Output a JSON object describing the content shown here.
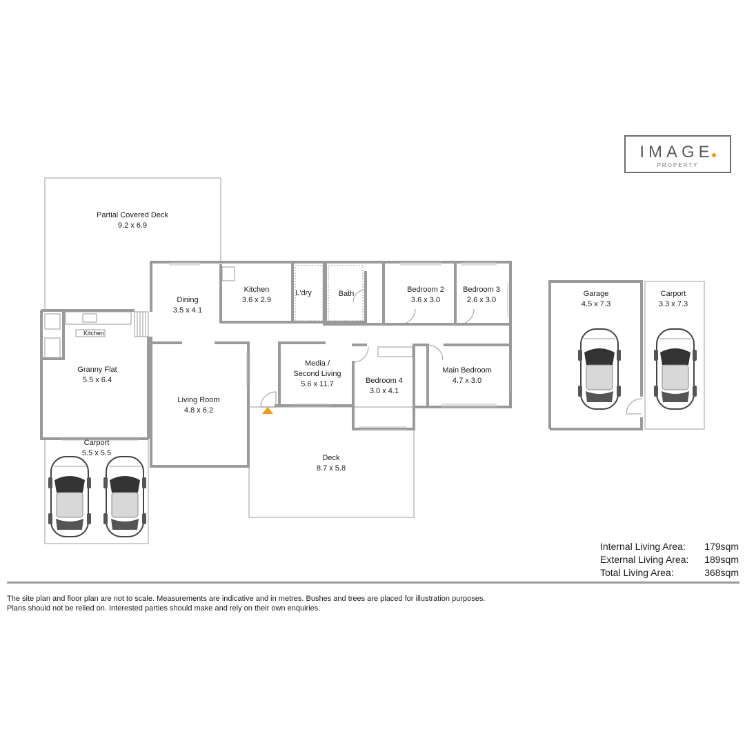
{
  "logo": {
    "word": "IMAGE",
    "sub": "PROPERTY",
    "accent": "#f39a1e"
  },
  "rooms": {
    "deck_covered": {
      "name": "Partial Covered Deck",
      "dims": "9.2 x 6.9"
    },
    "dining": {
      "name": "Dining",
      "dims": "3.5 x 4.1"
    },
    "kitchen": {
      "name": "Kitchen",
      "dims": "3.6 x 2.9"
    },
    "laundry": {
      "name": "L'dry"
    },
    "bath": {
      "name": "Bath"
    },
    "bedroom2": {
      "name": "Bedroom 2",
      "dims": "3.6 x 3.0"
    },
    "bedroom3": {
      "name": "Bedroom 3",
      "dims": "2.6 x 3.0"
    },
    "granny_kitchen": {
      "name": "Kitchen"
    },
    "granny_flat": {
      "name": "Granny Flat",
      "dims": "5.5 x 6.4"
    },
    "living": {
      "name": "Living Room",
      "dims": "4.8 x 6.2"
    },
    "media": {
      "name": "Media /",
      "name2": "Second Living",
      "dims": "5.6 x 11.7"
    },
    "bedroom4": {
      "name": "Bedroom 4",
      "dims": "3.0 x 4.1"
    },
    "main_bedroom": {
      "name": "Main Bedroom",
      "dims": "4.7 x 3.0"
    },
    "carport_left": {
      "name": "Carport",
      "dims": "5.5 x 5.5"
    },
    "deck": {
      "name": "Deck",
      "dims": "8.7 x 5.8"
    },
    "garage": {
      "name": "Garage",
      "dims": "4.5 x 7.3"
    },
    "carport_right": {
      "name": "Carport",
      "dims": "3.3 x 7.3"
    }
  },
  "areas": [
    {
      "label": "Internal Living Area:",
      "value": "179sqm"
    },
    {
      "label": "External Living Area:",
      "value": "189sqm"
    },
    {
      "label": "Total Living Area:",
      "value": "368sqm"
    }
  ],
  "disclaimer": {
    "line1": "The site plan and floor plan are not to scale. Measurements are indicative and in metres. Bushes and trees are placed for illustration purposes.",
    "line2": "Plans should not be relied on. Interested parties should make and rely on their own enquiries."
  },
  "colors": {
    "wall": "#9a9a9a",
    "outline": "#bdbdbd",
    "entry_arrow": "#f39a1e"
  }
}
